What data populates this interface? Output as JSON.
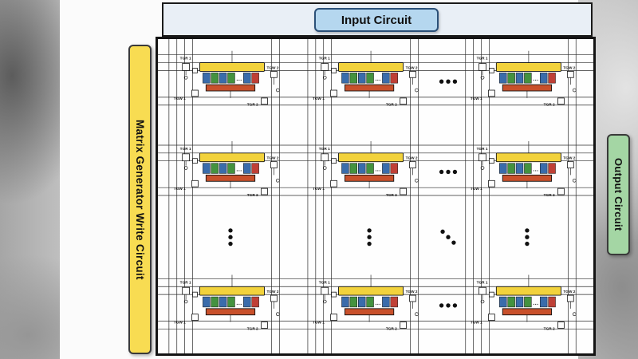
{
  "figure": {
    "strip_fill": "#e9eff6",
    "title_box": {
      "label": "Input Circuit",
      "fill": "#b5d7ef",
      "border": "#2b5078"
    },
    "left_box": {
      "label": "Matrix Generator Write Circuit",
      "fill": "#f8dc52",
      "border": "#3a3a3a"
    },
    "right_box": {
      "label": "Output Circuit",
      "fill": "#a4d6a4",
      "border": "#3a3a3a"
    }
  },
  "array": {
    "rows": 3,
    "cols": 3,
    "col_centers": [
      92,
      268,
      468
    ],
    "row_centers": [
      54,
      169,
      339
    ],
    "wire_color": "#2b2b2b",
    "cell": {
      "labels": {
        "tgr1": "TGR 1",
        "tgw1": "TGW 1",
        "tgw2": "TGW 2",
        "tgr2": "TGR 2"
      },
      "device_dots": "...",
      "colors": {
        "top_electrode": "#f2d23c",
        "bottom_electrode": "#c8502b",
        "devices_left": [
          "#3a6cab",
          "#44923f",
          "#3a6cab",
          "#44923f"
        ],
        "devices_right": [
          "#3a6cab",
          "#bf4036"
        ]
      }
    }
  }
}
